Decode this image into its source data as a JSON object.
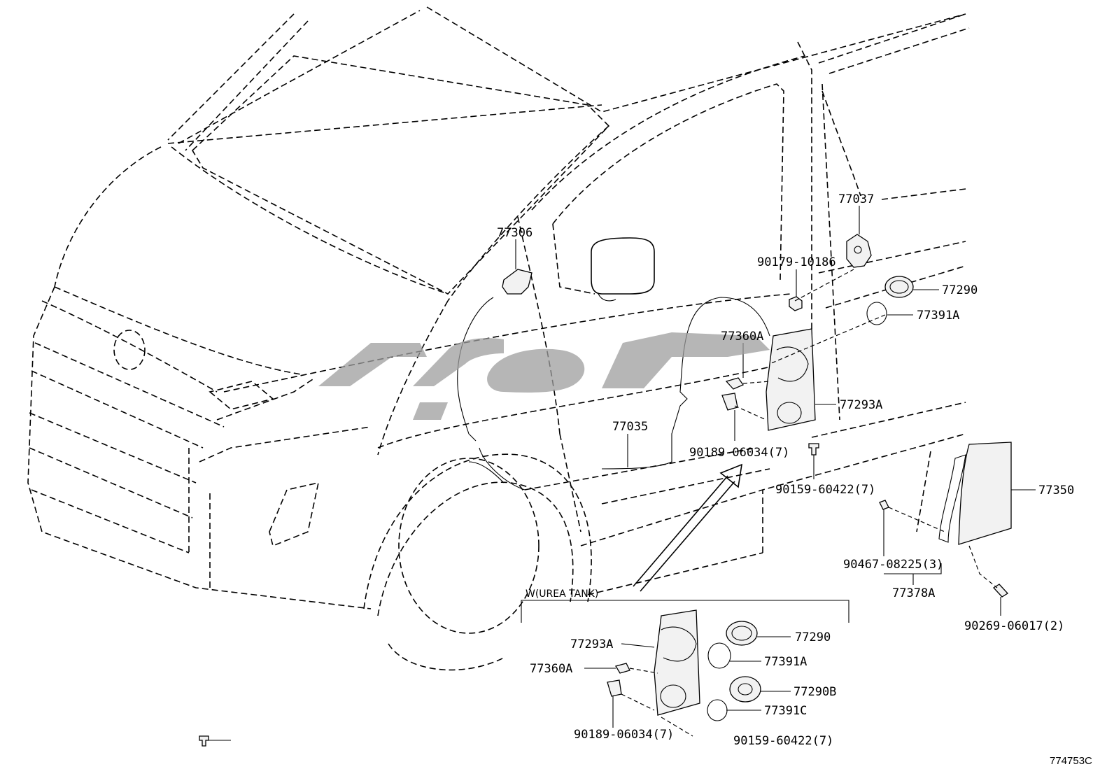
{
  "figure_id": "774753C",
  "inset_title": "W(UREA TANK)",
  "labels": [
    {
      "key": "p77306",
      "text": "77306"
    },
    {
      "key": "p77037",
      "text": "77037"
    },
    {
      "key": "p90179_10186",
      "text": "90179-10186"
    },
    {
      "key": "p77290_main",
      "text": "77290"
    },
    {
      "key": "p77391A_main",
      "text": "77391A"
    },
    {
      "key": "p77360A_main",
      "text": "77360A"
    },
    {
      "key": "p77293A_main",
      "text": "77293A"
    },
    {
      "key": "p77035",
      "text": "77035"
    },
    {
      "key": "p90189_main",
      "text": "90189-06034(7)"
    },
    {
      "key": "p90159_main",
      "text": "90159-60422(7)"
    },
    {
      "key": "p77350",
      "text": "77350"
    },
    {
      "key": "p90467",
      "text": "90467-08225(3)"
    },
    {
      "key": "p77378A",
      "text": "77378A"
    },
    {
      "key": "p90269",
      "text": "90269-06017(2)"
    },
    {
      "key": "p77293A_inset",
      "text": "77293A"
    },
    {
      "key": "p77360A_inset",
      "text": "77360A"
    },
    {
      "key": "p77290_inset",
      "text": "77290"
    },
    {
      "key": "p77391A_inset",
      "text": "77391A"
    },
    {
      "key": "p77290B",
      "text": "77290B"
    },
    {
      "key": "p77391C",
      "text": "77391C"
    },
    {
      "key": "p90189_inset",
      "text": "90189-06034(7)"
    },
    {
      "key": "p90159_inset",
      "text": "90159-60422(7)"
    }
  ]
}
